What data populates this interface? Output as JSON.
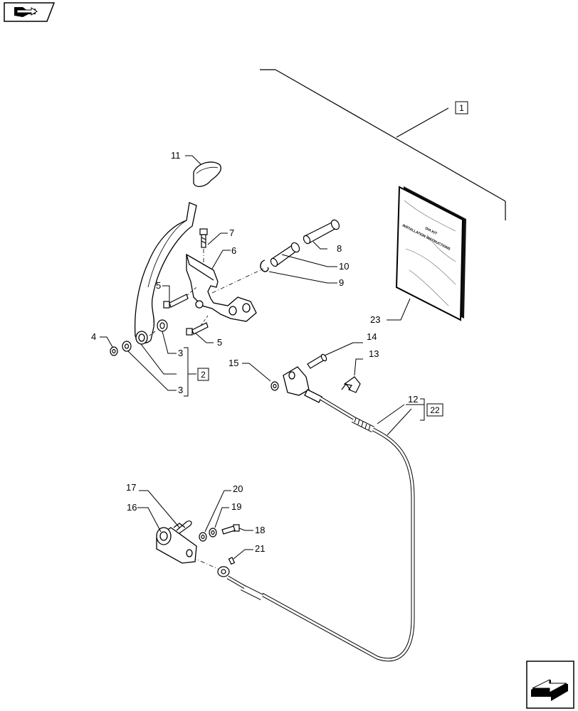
{
  "diagram": {
    "callouts": {
      "c1": "1",
      "c2": "2",
      "c3a": "3",
      "c3b": "3",
      "c4": "4",
      "c5a": "5",
      "c5b": "5",
      "c6": "6",
      "c7": "7",
      "c8": "8",
      "c9": "9",
      "c10": "10",
      "c11": "11",
      "c12": "12",
      "c13": "13",
      "c14": "14",
      "c15": "15",
      "c16": "16",
      "c17": "17",
      "c18": "18",
      "c19": "19",
      "c20": "20",
      "c21": "21",
      "c22": "22",
      "c23": "23"
    },
    "manual_cover": {
      "line1": "DIA KIT",
      "line2": "INSTALLATION INSTRUCTIONS"
    }
  },
  "nav": {
    "top_icon": "prev-page-arrow-icon",
    "bottom_icon": "next-page-arrow-icon"
  }
}
